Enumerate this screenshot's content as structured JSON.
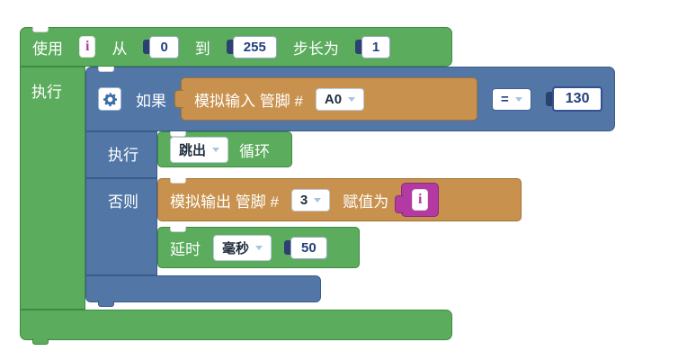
{
  "colors": {
    "loop_green": "#5bac5c",
    "if_blue": "#5277a6",
    "io_tan": "#c8914d",
    "var_magenta": "#b23aa2"
  },
  "icons": {
    "mutator": "gear",
    "dropdown": "chevron-down"
  },
  "for_loop": {
    "use_label": "使用",
    "variable": "i",
    "from_label": "从",
    "from_value": "0",
    "to_label": "到",
    "to_value": "255",
    "step_label": "步长为",
    "step_value": "1",
    "do_label": "执行"
  },
  "if_block": {
    "if_label": "如果",
    "do_label": "执行",
    "else_label": "否则"
  },
  "condition": {
    "analog_read_label": "模拟输入 管脚 #",
    "pin": "A0",
    "operator": "=",
    "compare_value": "130"
  },
  "break_block": {
    "action": "跳出",
    "loop_label": "循环"
  },
  "analog_write": {
    "label": "模拟输出 管脚 #",
    "pin": "3",
    "assign_label": "赋值为",
    "value_variable": "i"
  },
  "delay_block": {
    "label": "延时",
    "unit": "毫秒",
    "value": "50"
  }
}
